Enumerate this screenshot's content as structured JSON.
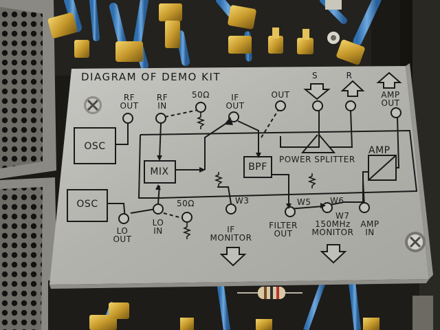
{
  "panel": {
    "title": "DIAGRAM OF DEMO KIT",
    "labels": {
      "rf_out": "RF\nOUT",
      "rf_in": "RF\nIN",
      "term_top": "50Ω",
      "if_out": "IF\nOUT",
      "out": "OUT",
      "s": "S",
      "r": "R",
      "amp_out": "AMP\nOUT",
      "osc_top": "OSC",
      "osc_bottom": "OSC",
      "mix": "MIX",
      "bpf": "BPF",
      "amp": "AMP",
      "power_splitter": "POWER SPLITTER",
      "w3": "W3",
      "w5": "W5",
      "w6": "W6",
      "w7": "W7",
      "term_bottom": "50Ω",
      "lo_out": "LO\nOUT",
      "lo_in": "LO\nIN",
      "if_monitor": "IF\nMONITOR",
      "filter_out": "FILTER\nOUT",
      "monitor_150": "150MHz\nMONITOR",
      "amp_in": "AMP\nIN"
    }
  }
}
